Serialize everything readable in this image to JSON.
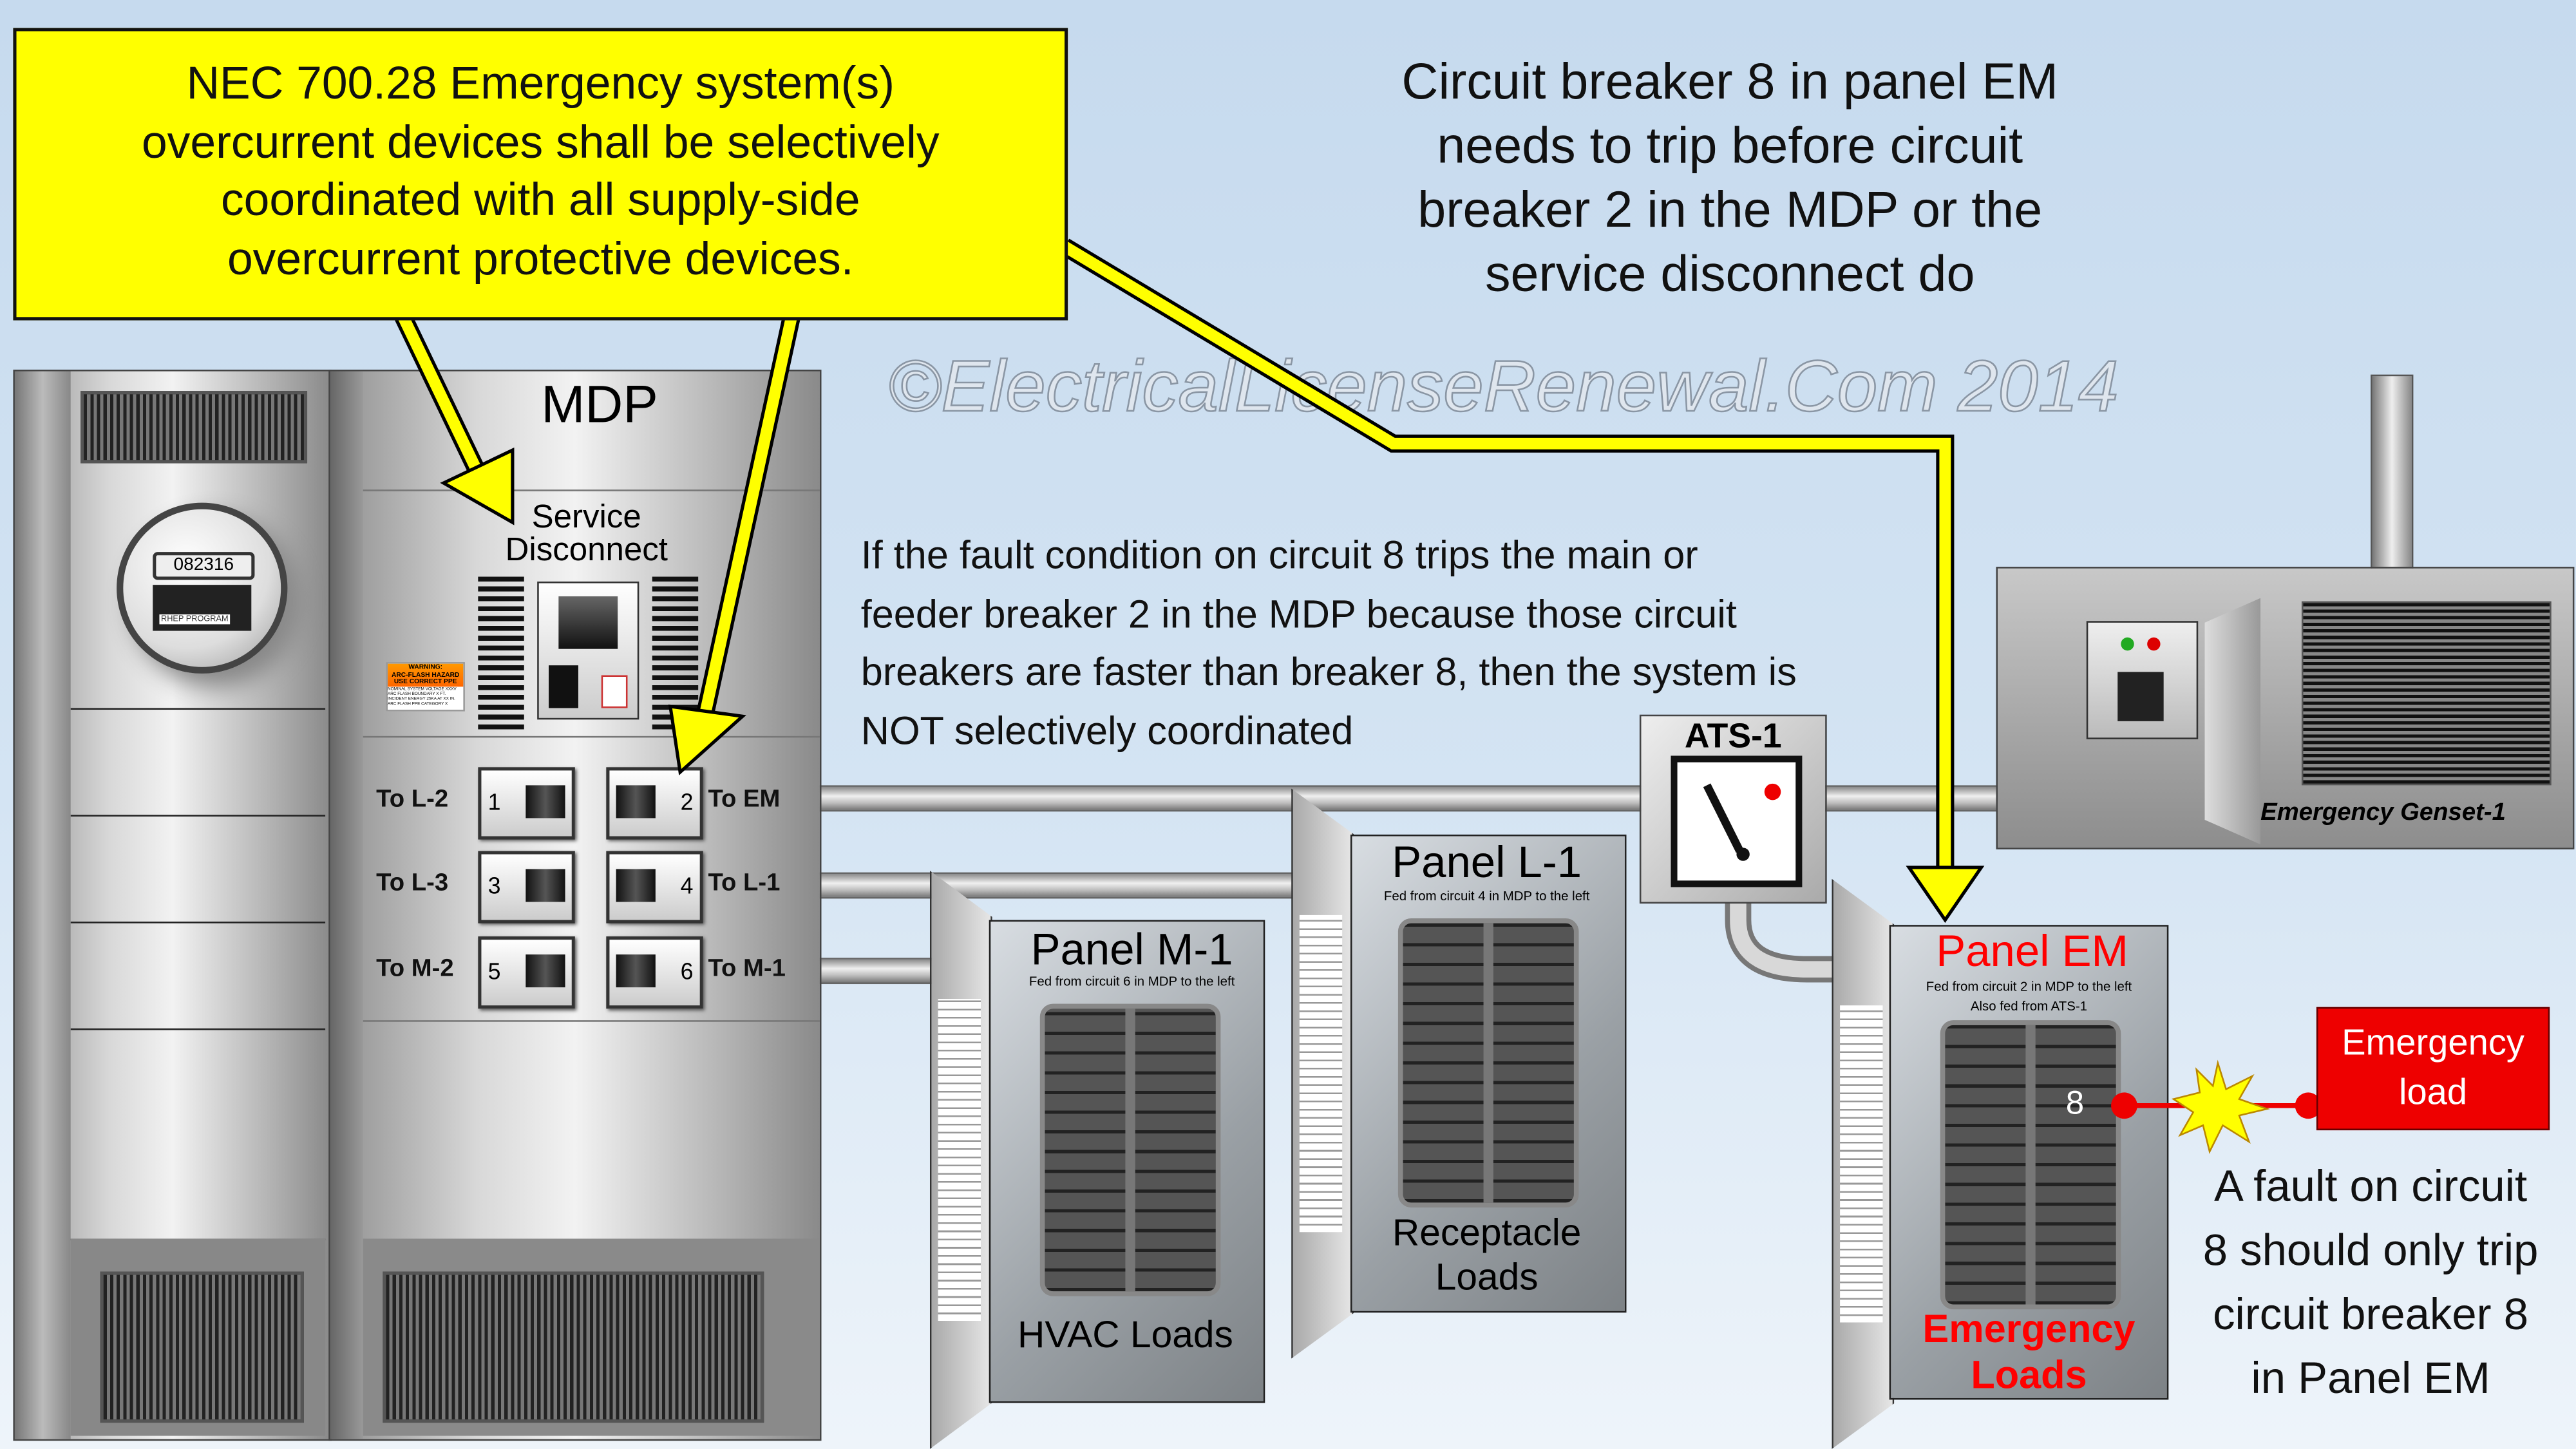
{
  "callout": {
    "lines": [
      "NEC 700.28 Emergency system(s)",
      "overcurrent devices shall be selectively",
      "coordinated with all supply-side",
      "overcurrent protective devices."
    ]
  },
  "top_note": {
    "lines": [
      "Circuit breaker 8 in panel EM",
      "needs to trip before circuit",
      "breaker 2 in the MDP or the",
      "service disconnect do"
    ]
  },
  "watermark": "©ElectricalLicenseRenewal.Com 2014",
  "fault_note": {
    "lines": [
      "If the fault condition on circuit 8 trips the main or",
      "feeder breaker 2 in the MDP because those circuit",
      "breakers are faster than breaker 8, then the system is",
      "NOT selectively coordinated"
    ]
  },
  "meter": {
    "reading": "082316",
    "label": "RHEP PROGRAM"
  },
  "warning_label": {
    "title": "WARNING:",
    "lines": [
      "ARC-FLASH HAZARD",
      "USE CORRECT PPE"
    ],
    "items": [
      "NOMINAL SYSTEM VOLTAGE XXXV",
      "ARC FLASH BOUNDARY X FT.",
      "INCIDENT ENERGY 25KA AT XX IN.",
      "ARC FLASH PPE CATEGORY X"
    ]
  },
  "mdp": {
    "title": "MDP",
    "service_disconnect": [
      "Service",
      "Disconnect"
    ],
    "breakers": [
      {
        "num": "1",
        "label": "To L-2"
      },
      {
        "num": "2",
        "label": "To EM"
      },
      {
        "num": "3",
        "label": "To L-3"
      },
      {
        "num": "4",
        "label": "To L-1"
      },
      {
        "num": "5",
        "label": "To M-2"
      },
      {
        "num": "6",
        "label": "To M-1"
      }
    ]
  },
  "ats": {
    "label": "ATS-1"
  },
  "genset": {
    "label": "Emergency Genset-1"
  },
  "panel_l1": {
    "title": "Panel L-1",
    "sub": "Fed from circuit 4 in MDP to the left",
    "loads": [
      "Receptacle",
      "Loads"
    ]
  },
  "panel_m1": {
    "title": "Panel M-1",
    "sub": "Fed from circuit 6 in MDP to the left",
    "loads": [
      "HVAC Loads"
    ]
  },
  "panel_em": {
    "title": "Panel EM",
    "sub": [
      "Fed from circuit 2 in MDP to the left",
      "Also fed from ATS-1"
    ],
    "circuit": "8",
    "loads": [
      "Emergency",
      "Loads"
    ]
  },
  "emergency_load": {
    "lines": [
      "Emergency",
      "load"
    ]
  },
  "bottom_note": {
    "lines": [
      "A fault on circuit",
      "8 should only trip",
      "circuit breaker 8",
      "in Panel EM"
    ]
  },
  "colors": {
    "callout": "#ffff00",
    "arrow": "#ffff00",
    "emergency": "#ee0000",
    "fault_star": "#ffff00"
  }
}
